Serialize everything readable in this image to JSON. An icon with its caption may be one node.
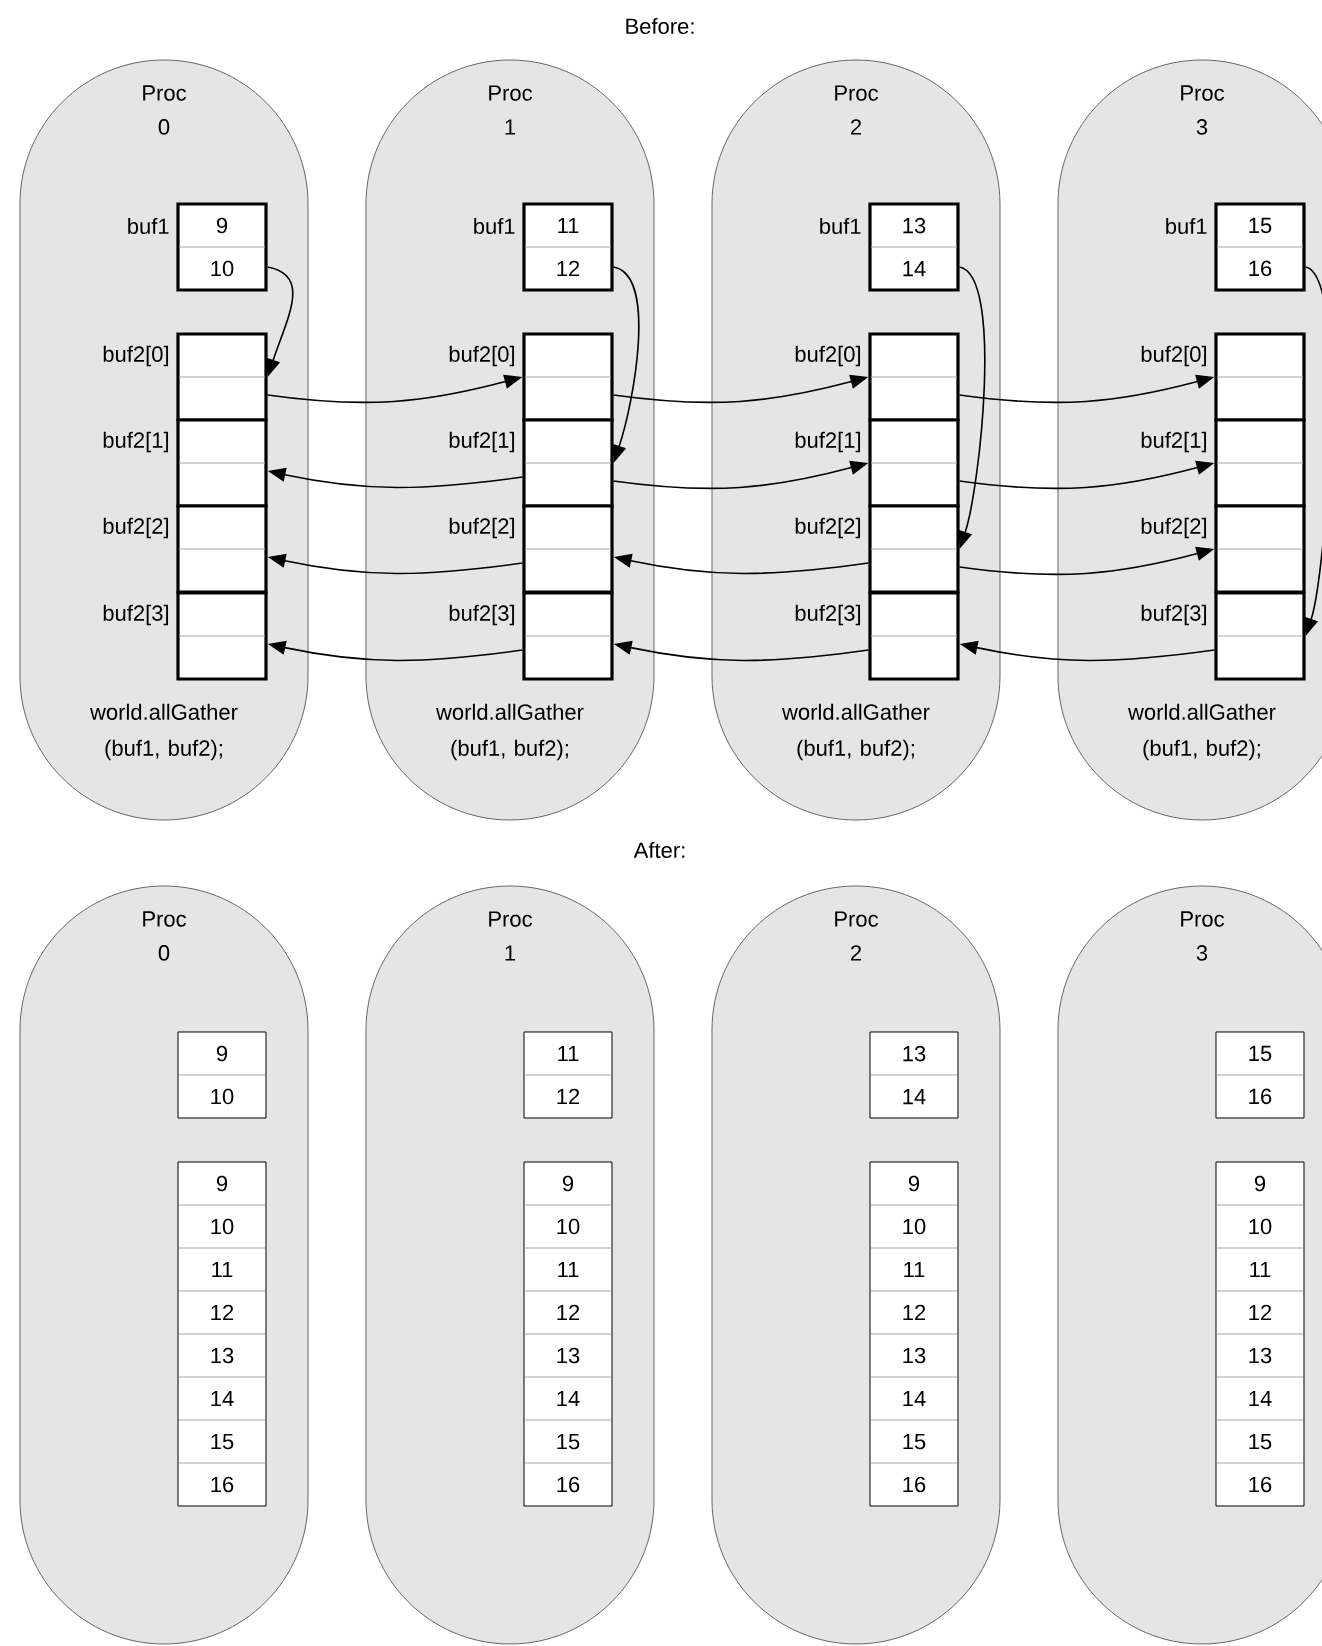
{
  "diagram": {
    "nodes": [
      {
        "text": [
          "Proc 0",
          "world.allGather (buf1, buf2);"
        ]
      },
      {
        "text": [
          "9",
          "10"
        ],
        "in": 0,
        "beside": [
          "buf1"
        ]
      },
      {
        "text": [],
        "shape": "box",
        "in": 0,
        "beside": [
          "buf2[0]"
        ]
      },
      {
        "text": [],
        "shape": "box",
        "in": 0,
        "beside": [
          "buf2[1]"
        ]
      },
      {
        "text": [],
        "shape": "box",
        "in": 0,
        "beside": [
          "buf2[2]"
        ]
      },
      {
        "text": [],
        "shape": "box",
        "in": 0,
        "beside": [
          "buf2[3]"
        ]
      },
      {
        "text": [
          "Proc 1",
          "world.allGather (buf1, buf2);"
        ]
      },
      {
        "text": [
          "11",
          "12"
        ],
        "in": 6,
        "beside": [
          "buf1"
        ]
      },
      {
        "text": [],
        "shape": "box",
        "in": 6,
        "beside": [
          "buf2[0]"
        ]
      },
      {
        "text": [],
        "shape": "box",
        "in": 6,
        "beside": [
          "buf2[1]"
        ]
      },
      {
        "text": [],
        "shape": "box",
        "in": 6,
        "beside": [
          "buf2[2]"
        ]
      },
      {
        "text": [],
        "shape": "box",
        "in": 6,
        "beside": [
          "buf2[3]"
        ]
      },
      {
        "text": [
          "Proc 2",
          "world.allGather (buf1, buf2);"
        ]
      },
      {
        "text": [
          "13",
          "14"
        ],
        "in": 12,
        "beside": [
          "buf1"
        ]
      },
      {
        "text": [],
        "shape": "box",
        "in": 12,
        "beside": [
          "buf2[0]"
        ]
      },
      {
        "text": [],
        "shape": "box",
        "in": 12,
        "beside": [
          "buf2[1]"
        ]
      },
      {
        "text": [],
        "shape": "box",
        "in": 12,
        "beside": [
          "buf2[2]"
        ]
      },
      {
        "text": [],
        "shape": "box",
        "in": 12,
        "beside": [
          "buf2[3]"
        ]
      },
      {
        "text": [
          "Proc 3",
          "world.allGather (buf1, buf2);"
        ]
      },
      {
        "text": [
          "15",
          "16"
        ],
        "in": 18,
        "beside": [
          "buf1"
        ]
      },
      {
        "text": [],
        "shape": "box",
        "in": 18,
        "beside": [
          "buf2[0]"
        ]
      },
      {
        "text": [],
        "shape": "box",
        "in": 18,
        "beside": [
          "buf2[1]"
        ]
      },
      {
        "text": [],
        "shape": "box",
        "in": 18,
        "beside": [
          "buf2[2]"
        ]
      },
      {
        "text": [],
        "shape": "box",
        "in": 18,
        "beside": [
          "buf2[3]"
        ]
      },
      {
        "text": [
          "Proc 0"
        ]
      },
      {
        "text": [
          "9",
          "10"
        ],
        "in": 24
      },
      {
        "text": [
          "9",
          "10",
          "11",
          "12",
          "13",
          "14",
          "15",
          "16"
        ],
        "in": 24
      },
      {
        "text": [
          "Proc 1"
        ]
      },
      {
        "text": [
          "11",
          "12"
        ],
        "in": 27
      },
      {
        "text": [
          "9",
          "10",
          "11",
          "12",
          "13",
          "14",
          "15",
          "16"
        ],
        "in": 27
      },
      {
        "text": [
          "Proc 2"
        ]
      },
      {
        "text": [
          "13",
          "14"
        ],
        "in": 30
      },
      {
        "text": [
          "9",
          "10",
          "11",
          "12",
          "13",
          "14",
          "15",
          "16"
        ],
        "in": 30
      },
      {
        "text": [
          "Proc 3"
        ]
      },
      {
        "text": [
          "15",
          "16"
        ],
        "in": 33
      },
      {
        "text": [
          "9",
          "10",
          "11",
          "12",
          "13",
          "14",
          "15",
          "16"
        ],
        "in": 33
      }
    ],
    "edges": [
      {
        "from": 1,
        "to": 2,
        "arrow": "to"
      },
      {
        "from": 7,
        "to": 9,
        "arrow": "to"
      },
      {
        "from": 13,
        "to": 16,
        "arrow": "to"
      },
      {
        "from": 19,
        "to": 23,
        "arrow": "to"
      },
      {
        "from": 2,
        "to": 8,
        "arrow": "to"
      },
      {
        "from": 8,
        "to": 14,
        "arrow": "to"
      },
      {
        "from": 14,
        "to": 20,
        "arrow": "to"
      },
      {
        "from": 9,
        "to": 3,
        "arrow": "to"
      },
      {
        "from": 9,
        "to": 15,
        "arrow": "to"
      },
      {
        "from": 15,
        "to": 21,
        "arrow": "to"
      },
      {
        "from": 16,
        "to": 10,
        "arrow": "to"
      },
      {
        "from": 10,
        "to": 4,
        "arrow": "to"
      },
      {
        "from": 16,
        "to": 22,
        "arrow": "to"
      },
      {
        "from": 23,
        "to": 17,
        "arrow": "to"
      },
      {
        "from": 17,
        "to": 11,
        "arrow": "to"
      },
      {
        "from": 11,
        "to": 5,
        "arrow": "to"
      }
    ],
    "labels": [
      "Before:",
      "After:"
    ]
  }
}
